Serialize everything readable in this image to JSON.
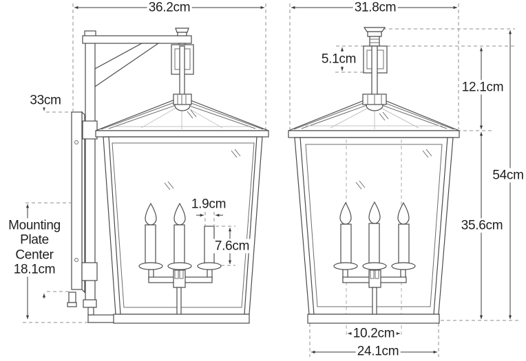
{
  "diagram": {
    "type": "product-dimension-drawing",
    "subject": "three-candle wall lantern, side view with mounting bracket (left) and front view (right)",
    "left_view": {
      "overall_width_dim": "36.2cm",
      "plate_height_dim": "33cm",
      "mounting_plate_label": "Mounting\nPlate\nCenter\n18.1cm",
      "candle_width_dim": "1.9cm",
      "candle_height_dim": "7.6cm"
    },
    "right_view": {
      "overall_width_dim": "31.8cm",
      "hanger_loop_dim": "5.1cm",
      "roof_section_dim": "12.1cm",
      "overall_height_dim": "54cm",
      "body_height_dim": "35.6cm",
      "candle_spread_dim": "10.2cm",
      "base_width_dim": "24.1cm"
    },
    "colors": {
      "background": "#ffffff",
      "drawing_line": "#4a4a4c",
      "dashed_line": "#8c8c8e",
      "text": "#1e1e20"
    }
  }
}
